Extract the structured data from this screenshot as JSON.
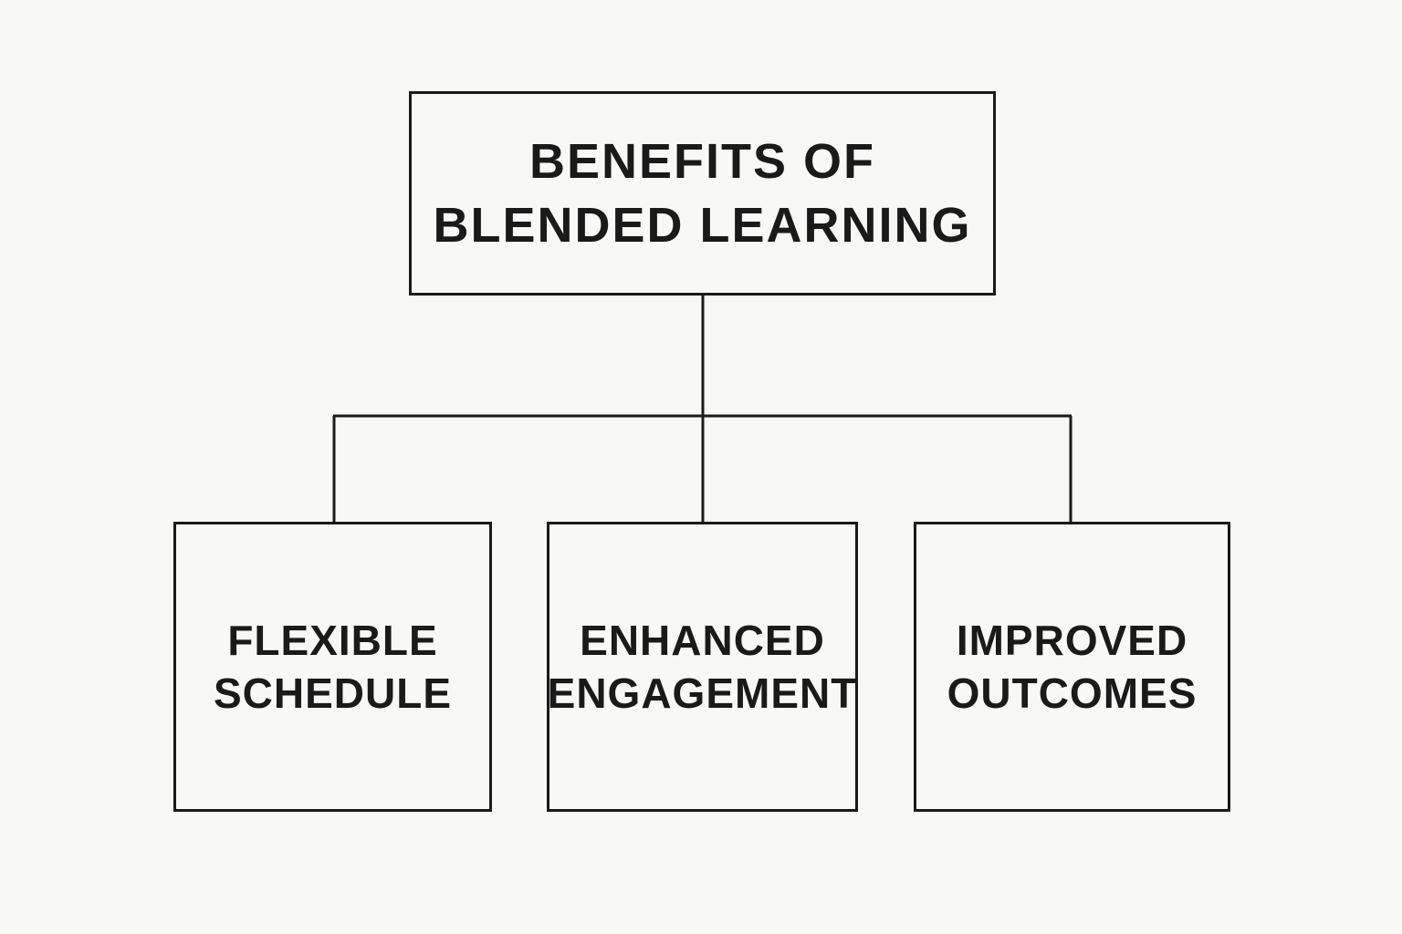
{
  "diagram": {
    "root": {
      "line1": "BENEFITS OF",
      "line2": "BLENDED LEARNING"
    },
    "children": [
      {
        "line1": "FLEXIBLE",
        "line2": "SCHEDULE"
      },
      {
        "line1": "ENHANCED",
        "line2": "ENGAGEMENT"
      },
      {
        "line1": "IMPROVED",
        "line2": "OUTCOMES"
      }
    ]
  },
  "colors": {
    "background": "#f8f8f6",
    "stroke": "#1a1a1a",
    "text": "#1a1a1a"
  }
}
